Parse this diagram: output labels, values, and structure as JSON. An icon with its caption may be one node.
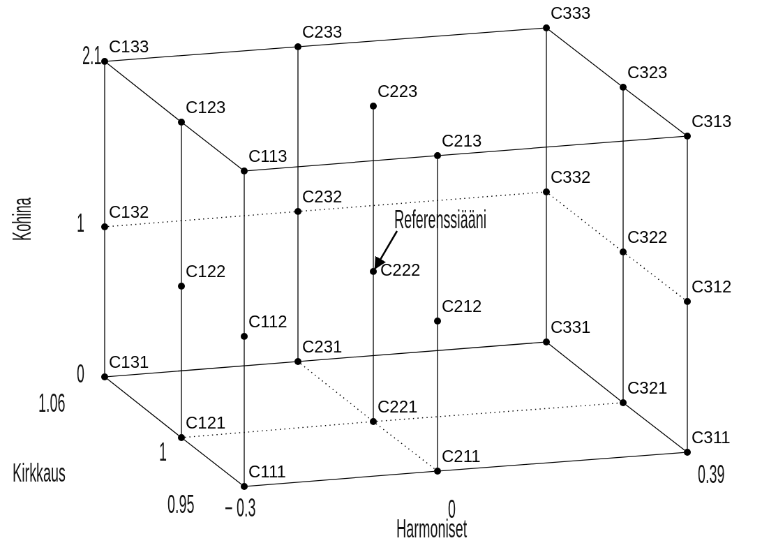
{
  "diagram": {
    "nodes": [
      {
        "text": [],
        "shape": "circle",
        "beside": [
          "C111"
        ]
      },
      {
        "text": [],
        "shape": "circle",
        "beside": [
          "C112"
        ]
      },
      {
        "text": [],
        "shape": "circle",
        "beside": [
          "C113"
        ]
      },
      {
        "text": [],
        "shape": "circle",
        "beside": [
          "C121"
        ]
      },
      {
        "text": [],
        "shape": "circle",
        "beside": [
          "C122"
        ]
      },
      {
        "text": [],
        "shape": "circle",
        "beside": [
          "C123"
        ]
      },
      {
        "text": [],
        "shape": "circle",
        "beside": [
          "C131"
        ]
      },
      {
        "text": [],
        "shape": "circle",
        "beside": [
          "C132"
        ]
      },
      {
        "text": [],
        "shape": "circle",
        "beside": [
          "C133"
        ]
      },
      {
        "text": [],
        "shape": "circle",
        "beside": [
          "C211"
        ]
      },
      {
        "text": [],
        "shape": "circle",
        "beside": [
          "C212"
        ]
      },
      {
        "text": [],
        "shape": "circle",
        "beside": [
          "C213"
        ]
      },
      {
        "text": [],
        "shape": "circle",
        "beside": [
          "C221"
        ]
      },
      {
        "text": [],
        "shape": "circle",
        "beside": [
          "C222"
        ]
      },
      {
        "text": [],
        "shape": "circle",
        "beside": [
          "C223"
        ]
      },
      {
        "text": [],
        "shape": "circle",
        "beside": [
          "C231"
        ]
      },
      {
        "text": [],
        "shape": "circle",
        "beside": [
          "C232"
        ]
      },
      {
        "text": [],
        "shape": "circle",
        "beside": [
          "C233"
        ]
      },
      {
        "text": [],
        "shape": "circle",
        "beside": [
          "C311"
        ]
      },
      {
        "text": [],
        "shape": "circle",
        "beside": [
          "C312"
        ]
      },
      {
        "text": [],
        "shape": "circle",
        "beside": [
          "C313"
        ]
      },
      {
        "text": [],
        "shape": "circle",
        "beside": [
          "C321"
        ]
      },
      {
        "text": [],
        "shape": "circle",
        "beside": [
          "C322"
        ]
      },
      {
        "text": [],
        "shape": "circle",
        "beside": [
          "C323"
        ]
      },
      {
        "text": [],
        "shape": "circle",
        "beside": [
          "C331"
        ]
      },
      {
        "text": [],
        "shape": "circle",
        "beside": [
          "C332"
        ]
      },
      {
        "text": [],
        "shape": "circle",
        "beside": [
          "C333"
        ]
      },
      {
        "text": [
          "Referenssiääni"
        ]
      }
    ],
    "edges": [
      {
        "from": 0,
        "to": 1,
        "arrow": "none"
      },
      {
        "from": 1,
        "to": 2,
        "arrow": "none"
      },
      {
        "from": 3,
        "to": 4,
        "arrow": "none"
      },
      {
        "from": 4,
        "to": 5,
        "arrow": "none"
      },
      {
        "from": 6,
        "to": 7,
        "arrow": "none"
      },
      {
        "from": 7,
        "to": 8,
        "arrow": "none"
      },
      {
        "from": 9,
        "to": 10,
        "arrow": "none"
      },
      {
        "from": 10,
        "to": 11,
        "arrow": "none"
      },
      {
        "from": 12,
        "to": 13,
        "arrow": "none"
      },
      {
        "from": 13,
        "to": 14,
        "arrow": "none"
      },
      {
        "from": 15,
        "to": 16,
        "arrow": "none"
      },
      {
        "from": 16,
        "to": 17,
        "arrow": "none"
      },
      {
        "from": 18,
        "to": 19,
        "arrow": "none"
      },
      {
        "from": 19,
        "to": 20,
        "arrow": "none"
      },
      {
        "from": 21,
        "to": 22,
        "arrow": "none"
      },
      {
        "from": 22,
        "to": 23,
        "arrow": "none"
      },
      {
        "from": 24,
        "to": 25,
        "arrow": "none"
      },
      {
        "from": 25,
        "to": 26,
        "arrow": "none"
      },
      {
        "from": 2,
        "to": 5,
        "arrow": "none"
      },
      {
        "from": 5,
        "to": 8,
        "arrow": "none"
      },
      {
        "from": 20,
        "to": 23,
        "arrow": "none"
      },
      {
        "from": 23,
        "to": 26,
        "arrow": "none"
      },
      {
        "from": 2,
        "to": 11,
        "arrow": "none"
      },
      {
        "from": 11,
        "to": 20,
        "arrow": "none"
      },
      {
        "from": 8,
        "to": 17,
        "arrow": "none"
      },
      {
        "from": 17,
        "to": 26,
        "arrow": "none"
      },
      {
        "from": 0,
        "to": 3,
        "arrow": "none"
      },
      {
        "from": 3,
        "to": 6,
        "arrow": "none"
      },
      {
        "from": 18,
        "to": 21,
        "arrow": "none"
      },
      {
        "from": 21,
        "to": 24,
        "arrow": "none"
      },
      {
        "from": 0,
        "to": 9,
        "arrow": "none"
      },
      {
        "from": 9,
        "to": 18,
        "arrow": "none"
      },
      {
        "from": 6,
        "to": 15,
        "arrow": "none"
      },
      {
        "from": 15,
        "to": 24,
        "arrow": "none"
      },
      {
        "from": 7,
        "to": 16,
        "arrow": "none",
        "style": "dashed"
      },
      {
        "from": 16,
        "to": 25,
        "arrow": "none",
        "style": "dashed"
      },
      {
        "from": 25,
        "to": 22,
        "arrow": "none",
        "style": "dashed"
      },
      {
        "from": 22,
        "to": 19,
        "arrow": "none",
        "style": "dashed"
      },
      {
        "from": 15,
        "to": 12,
        "arrow": "none",
        "style": "dashed"
      },
      {
        "from": 12,
        "to": 9,
        "arrow": "none",
        "style": "dashed"
      },
      {
        "from": 3,
        "to": 12,
        "arrow": "none",
        "style": "dashed"
      },
      {
        "from": 12,
        "to": 21,
        "arrow": "none",
        "style": "dashed"
      },
      {
        "from": 27,
        "to": 13,
        "arrow": "to"
      }
    ],
    "labels": [
      "2.1",
      "1",
      "0",
      "Kohina",
      "1.06",
      "1",
      "Kirkkaus",
      "0.95",
      "− 0.3",
      "0",
      "0.39",
      "Harmoniset"
    ]
  }
}
